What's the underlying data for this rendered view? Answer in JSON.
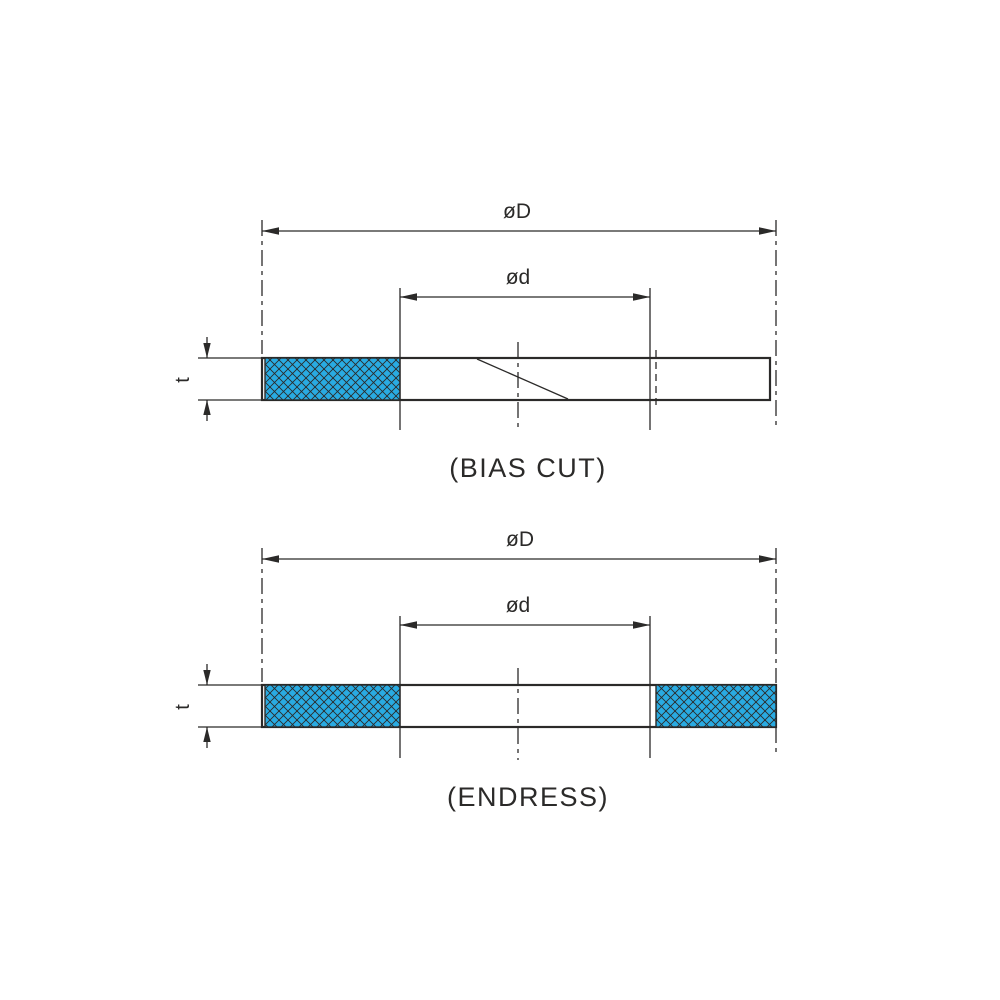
{
  "figure": {
    "background_color": "#ffffff",
    "line_color": "#2b2a29",
    "hatch_fill_color": "#29abe2",
    "hatch_line_color": "#2b2a29",
    "views": [
      {
        "caption": "(BIAS CUT)",
        "outer_diameter_label": "øD",
        "inner_diameter_label": "ød",
        "thickness_label": "t"
      },
      {
        "caption": "(ENDRESS)",
        "outer_diameter_label": "øD",
        "inner_diameter_label": "ød",
        "thickness_label": "t"
      }
    ]
  }
}
